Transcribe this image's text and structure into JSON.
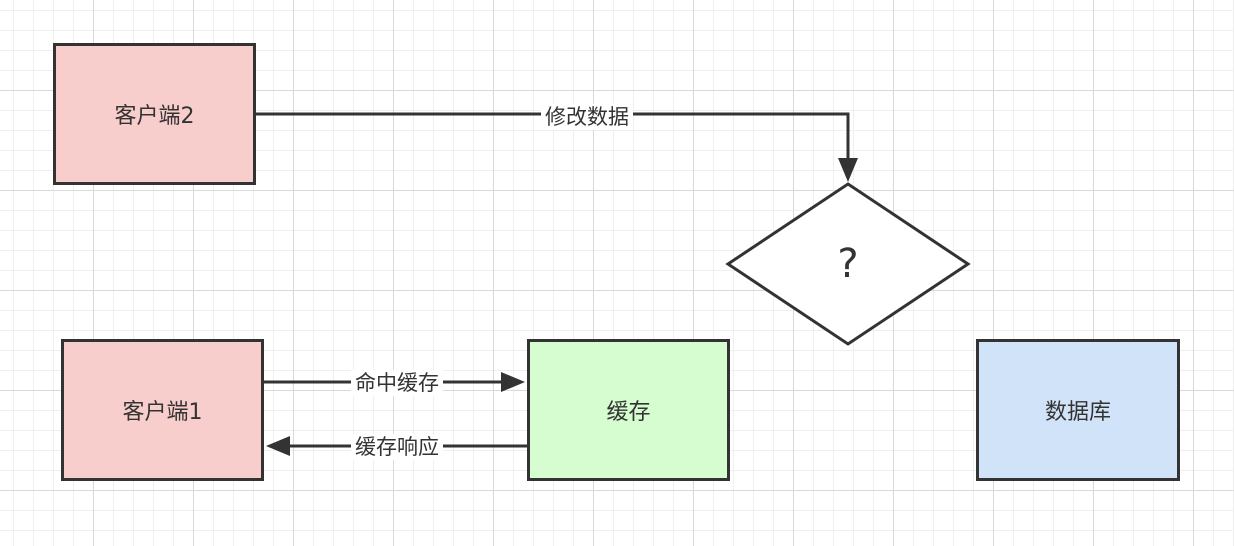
{
  "nodes": {
    "client2": {
      "label": "客户端2",
      "color": "#f8cecc"
    },
    "client1": {
      "label": "客户端1",
      "color": "#f8cecc"
    },
    "cache": {
      "label": "缓存",
      "color": "#d5fdcf"
    },
    "database": {
      "label": "数据库",
      "color": "#d1e3f9"
    },
    "decision": {
      "label": "?",
      "color": "#ffffff"
    }
  },
  "edges": {
    "modify_data": {
      "label": "修改数据"
    },
    "cache_hit": {
      "label": "命中缓存"
    },
    "cache_response": {
      "label": "缓存响应"
    }
  },
  "colors": {
    "stroke": "#333333",
    "grid_major": "#d9d9d9",
    "grid_minor": "#efefef"
  }
}
